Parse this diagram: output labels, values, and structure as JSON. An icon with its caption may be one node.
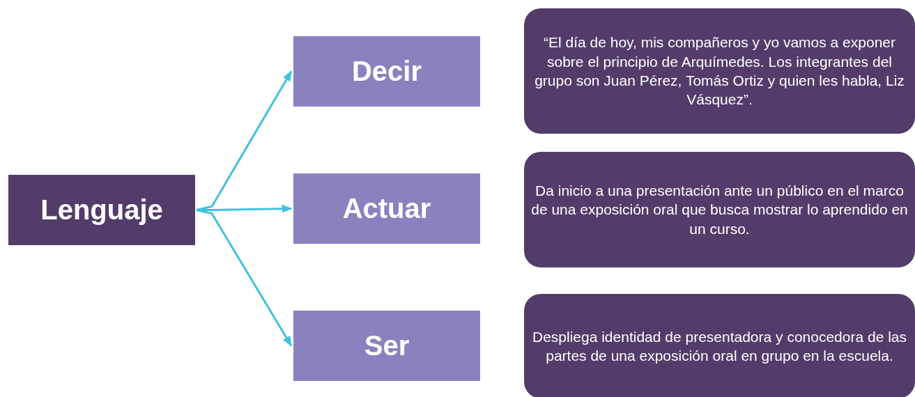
{
  "diagram": {
    "nodes": [
      {
        "text": [
          "Lenguaje"
        ]
      },
      {
        "text": [
          "Decir"
        ]
      },
      {
        "text": [
          "Actuar"
        ]
      },
      {
        "text": [
          "Ser"
        ]
      },
      {
        "text": [
          "“El día de hoy, mis compañeros y yo vamos a exponer sobre el principio de Arquímedes. Los integrantes del grupo son Juan Pérez, Tomás Ortiz y quien les habla, Liz Vásquez”."
        ]
      },
      {
        "text": [
          "Da inicio a una presentación ante un público en el marco de una exposición oral que busca mostrar lo aprendido en un curso."
        ]
      },
      {
        "text": [
          "Despliega identidad de presentadora y conocedora de las partes de una exposición oral en grupo en la escuela."
        ]
      }
    ],
    "edges": [
      {
        "from": 0,
        "to": 1,
        "arrow": "to"
      },
      {
        "from": 0,
        "to": 2,
        "arrow": "to"
      },
      {
        "from": 0,
        "to": 3,
        "arrow": "to"
      }
    ]
  }
}
